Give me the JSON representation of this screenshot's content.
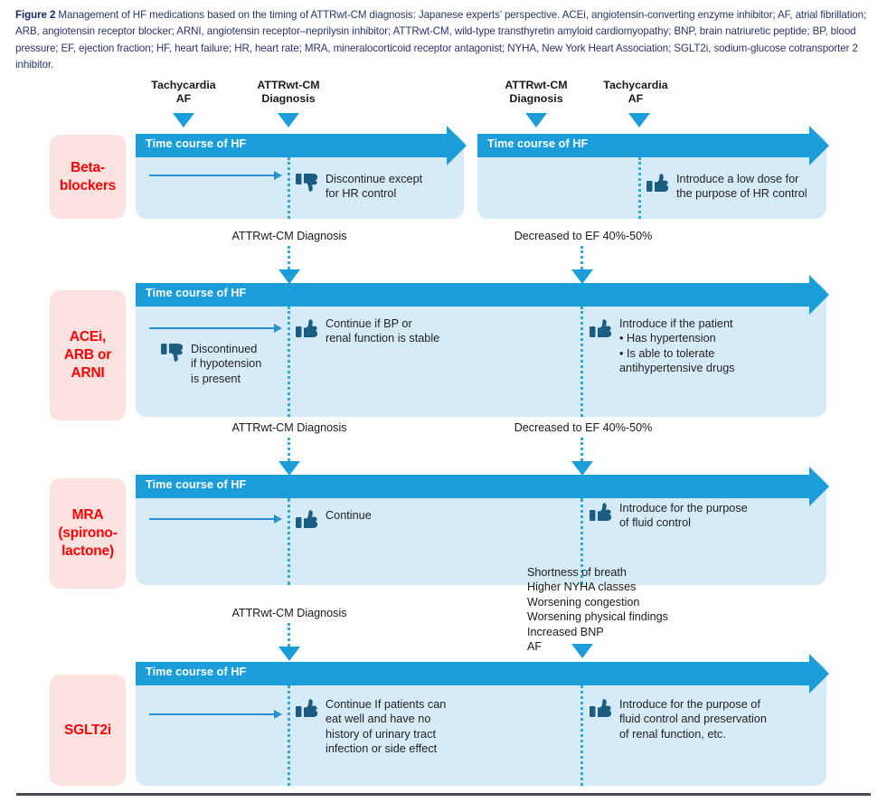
{
  "caption": {
    "fig_number": "Figure 2",
    "text": "Management of HF medications based on the timing of ATTRwt-CM diagnosis: Japanese experts’ perspective. ACEi, angiotensin-converting enzyme inhibitor; AF, atrial fibrillation; ARB, angiotensin receptor blocker; ARNI, angiotensin receptor–neprilysin inhibitor; ATTRwt-CM, wild-type transthyretin amyloid cardiomyopathy; BNP, brain natriuretic peptide; BP, blood pressure; EF, ejection fraction; HF, heart failure; HR, heart rate; MRA, mineralocorticoid receptor antagonist; NYHA, New York Heart Association; SGLT2i, sodium-glucose cotransporter 2 inhibitor."
  },
  "colors": {
    "bar_blue": "#1b9dd9",
    "panel_blue": "#d6ebf8",
    "drug_pink": "#fde2e2",
    "drug_red": "#ff0000",
    "thumb_navy": "#1c5d82",
    "caption_navy": "#2a3668"
  },
  "timeline_bar_label": "Time course of HF",
  "rows": [
    {
      "drug": "Beta-\nblockers",
      "markers": [
        {
          "label": "Tachycardia\nAF"
        },
        {
          "label": "ATTRwt-CM\nDiagnosis"
        },
        {
          "label": "ATTRwt-CM\nDiagnosis"
        },
        {
          "label": "Tachycardia\nAF"
        }
      ],
      "annotations": [
        {
          "icon": "thumbs-down-icon",
          "text": "Discontinue except\nfor HR control"
        },
        {
          "icon": "thumbs-up-icon",
          "text": "Introduce a low dose for\nthe purpose of HR control"
        }
      ]
    },
    {
      "drug": "ACEi,\nARB or\nARNI",
      "markers": [
        {
          "label": "ATTRwt-CM Diagnosis"
        },
        {
          "label": "Decreased to EF 40%-50%"
        }
      ],
      "annotations": [
        {
          "icon": "thumbs-up-icon",
          "text": "Continue if BP or\nrenal function is stable"
        },
        {
          "icon": "thumbs-down-icon",
          "text": "Discontinued\nif hypotension\nis present"
        },
        {
          "icon": "thumbs-up-icon",
          "text": "Introduce if the patient\n• Has hypertension\n• Is able to tolerate\n   antihypertensive drugs"
        }
      ]
    },
    {
      "drug": "MRA\n(spirono-\nlactone)",
      "markers": [
        {
          "label": "ATTRwt-CM Diagnosis"
        },
        {
          "label": "Decreased to EF 40%-50%"
        }
      ],
      "annotations": [
        {
          "icon": "thumbs-up-icon",
          "text": "Continue"
        },
        {
          "icon": "thumbs-up-icon",
          "text": "Introduce for the purpose\nof fluid control"
        }
      ]
    },
    {
      "drug": "SGLT2i",
      "markers": [
        {
          "label": "ATTRwt-CM Diagnosis"
        },
        {
          "label": "Shortness of breath\nHigher NYHA classes\nWorsening congestion\nWorsening physical findings\nIncreased BNP\nAF"
        }
      ],
      "annotations": [
        {
          "icon": "thumbs-up-icon",
          "text": "Continue If patients can\neat well and have no\nhistory of urinary tract\ninfection or side effect"
        },
        {
          "icon": "thumbs-up-icon",
          "text": "Introduce for the purpose of\nfluid control and preservation\nof renal function, etc."
        }
      ]
    }
  ],
  "icons": {
    "pill_bottle": "pill-bottle-icon",
    "thumbs_up": "thumbs-up-icon",
    "thumbs_down": "thumbs-down-icon",
    "marker_triangle": "triangle-down-marker-icon",
    "timeline_arrow": "right-arrow-icon"
  }
}
